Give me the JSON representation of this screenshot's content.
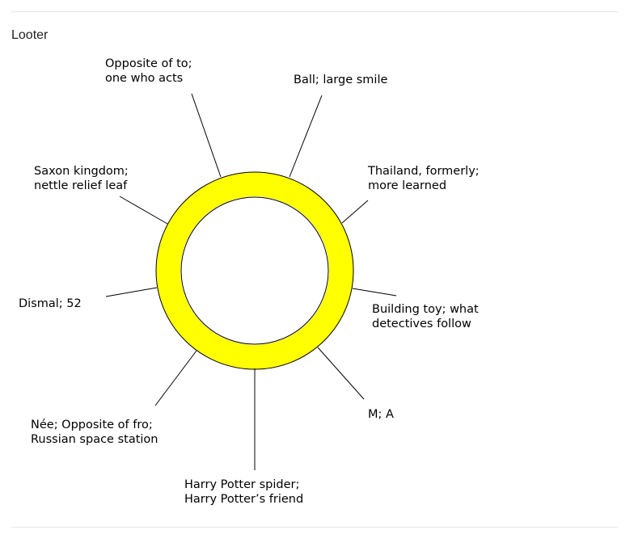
{
  "title": "Looter",
  "colors": {
    "ring": "#ffff00",
    "stroke": "#000000"
  },
  "clues": [
    {
      "lines": [
        "Opposite of to;",
        "one who acts"
      ]
    },
    {
      "lines": [
        "Ball; large smile"
      ]
    },
    {
      "lines": [
        "Thailand, formerly;",
        "more learned"
      ]
    },
    {
      "lines": [
        "Building toy; what",
        "detectives follow"
      ]
    },
    {
      "lines": [
        "M; A"
      ]
    },
    {
      "lines": [
        "Harry Potter spider;",
        "Harry Potter’s friend"
      ]
    },
    {
      "lines": [
        "Née; Opposite of fro;",
        "Russian space station"
      ]
    },
    {
      "lines": [
        "Dismal; 52"
      ]
    },
    {
      "lines": [
        "Saxon kingdom;",
        "nettle relief leaf"
      ]
    }
  ]
}
